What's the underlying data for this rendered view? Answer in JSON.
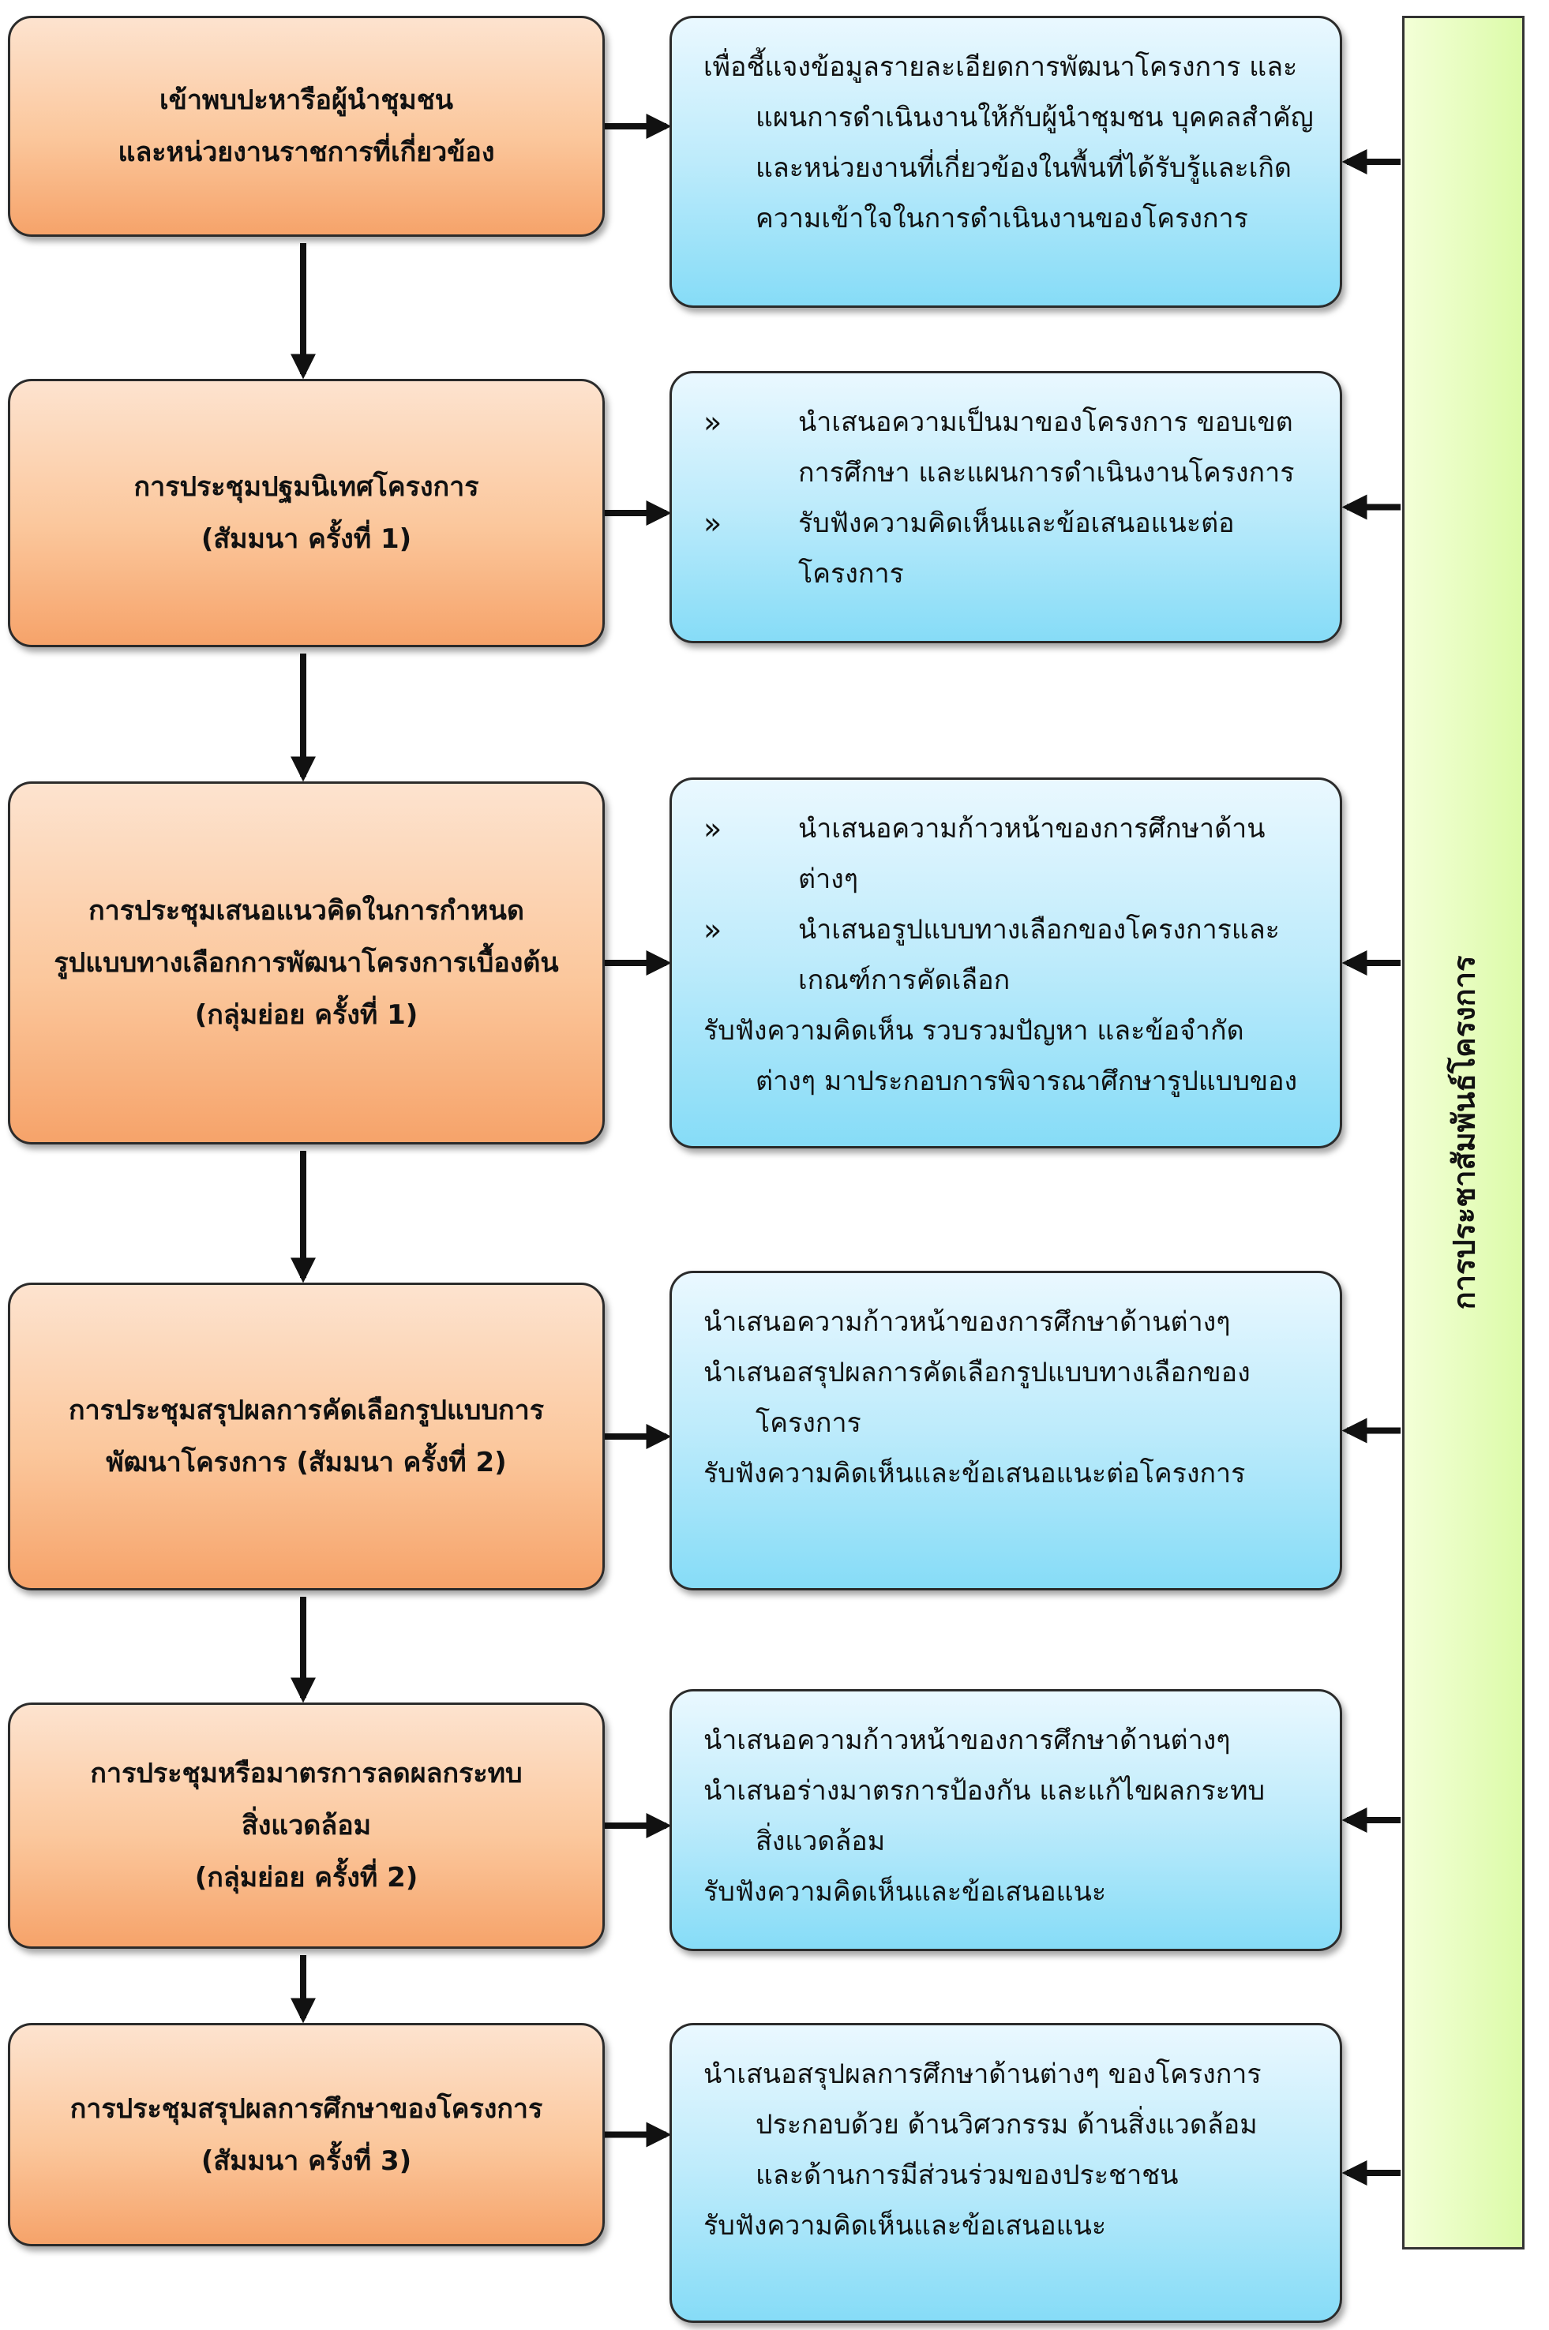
{
  "sidebar": {
    "label": "การประชาสัมพันธ์โครงการ"
  },
  "steps": [
    {
      "title": "เข้าพบปะหารือผู้นำชุมชน\nและหน่วยงานราชการที่เกี่ยวข้อง",
      "details": [
        {
          "text": "เพื่อชี้แจงข้อมูลรายละเอียดการพัฒนาโครงการ และ",
          "style": "plain"
        },
        {
          "text": "แผนการดำเนินงานให้กับผู้นำชุมชน บุคคลสำคัญ",
          "style": "indent"
        },
        {
          "text": "และหน่วยงานที่เกี่ยวข้องในพื้นที่ได้รับรู้และเกิด",
          "style": "indent"
        },
        {
          "text": "ความเข้าใจในการดำเนินงานของโครงการ",
          "style": "indent"
        }
      ]
    },
    {
      "title": "การประชุมปฐมนิเทศโครงการ\n(สัมมนา ครั้งที่ 1)",
      "details": [
        {
          "text": "นำเสนอความเป็นมาของโครงการ ขอบเขต",
          "style": "bullet"
        },
        {
          "text": "การศึกษา และแผนการดำเนินงานโครงการ",
          "style": "cont"
        },
        {
          "text": "รับฟังความคิดเห็นและข้อเสนอแนะต่อ",
          "style": "bullet"
        },
        {
          "text": "โครงการ",
          "style": "cont"
        }
      ]
    },
    {
      "title": "การประชุมเสนอแนวคิดในการกำหนด\nรูปแบบทางเลือกการพัฒนาโครงการเบื้องต้น\n(กลุ่มย่อย ครั้งที่ 1)",
      "details": [
        {
          "text": "นำเสนอความก้าวหน้าของการศึกษาด้าน",
          "style": "bullet"
        },
        {
          "text": "ต่างๆ",
          "style": "cont"
        },
        {
          "text": "นำเสนอรูปแบบทางเลือกของโครงการและ",
          "style": "bullet"
        },
        {
          "text": "เกณฑ์การคัดเลือก",
          "style": "cont"
        },
        {
          "text": "รับฟังความคิดเห็น รวบรวมปัญหา และข้อจำกัด",
          "style": "plain"
        },
        {
          "text": "ต่างๆ มาประกอบการพิจารณาศึกษารูปแบบของ",
          "style": "indent"
        }
      ]
    },
    {
      "title": "การประชุมสรุปผลการคัดเลือกรูปแบบการ\nพัฒนาโครงการ (สัมมนา ครั้งที่ 2)",
      "details": [
        {
          "text": "นำเสนอความก้าวหน้าของการศึกษาด้านต่างๆ",
          "style": "plain"
        },
        {
          "text": "นำเสนอสรุปผลการคัดเลือกรูปแบบทางเลือกของ",
          "style": "plain"
        },
        {
          "text": "โครงการ",
          "style": "indent"
        },
        {
          "text": "รับฟังความคิดเห็นและข้อเสนอแนะต่อโครงการ",
          "style": "plain"
        }
      ]
    },
    {
      "title": "การประชุมหรือมาตรการลดผลกระทบ\nสิ่งแวดล้อม\n(กลุ่มย่อย ครั้งที่ 2)",
      "details": [
        {
          "text": "นำเสนอความก้าวหน้าของการศึกษาด้านต่างๆ",
          "style": "plain"
        },
        {
          "text": "นำเสนอร่างมาตรการป้องกัน และแก้ไขผลกระทบ",
          "style": "plain"
        },
        {
          "text": "สิ่งแวดล้อม",
          "style": "indent"
        },
        {
          "text": "รับฟังความคิดเห็นและข้อเสนอแนะ",
          "style": "plain"
        }
      ]
    },
    {
      "title": "การประชุมสรุปผลการศึกษาของโครงการ\n(สัมมนา ครั้งที่ 3)",
      "details": [
        {
          "text": "นำเสนอสรุปผลการศึกษาด้านต่างๆ ของโครงการ",
          "style": "plain"
        },
        {
          "text": "ประกอบด้วย ด้านวิศวกรรม ด้านสิ่งแวดล้อม",
          "style": "indent"
        },
        {
          "text": "และด้านการมีส่วนร่วมของประชาชน",
          "style": "indent"
        },
        {
          "text": "รับฟังความคิดเห็นและข้อเสนอแนะ",
          "style": "plain"
        }
      ]
    }
  ]
}
